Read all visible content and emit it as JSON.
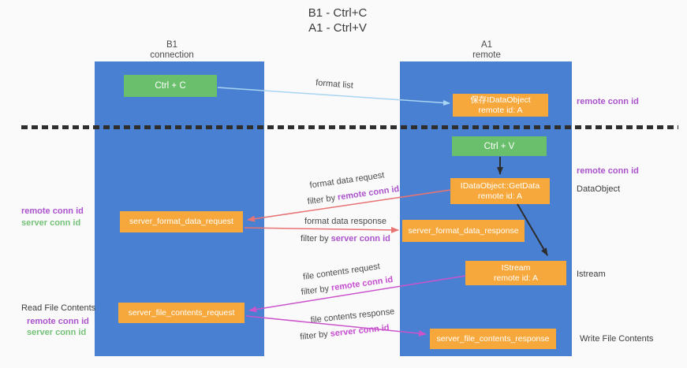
{
  "title": {
    "line1": "B1 - Ctrl+C",
    "line2": "A1 - Ctrl+V"
  },
  "lanes": {
    "left": {
      "name": "B1",
      "subtitle": "connection"
    },
    "right": {
      "name": "A1",
      "subtitle": "remote"
    }
  },
  "nodes": {
    "ctrl_c": {
      "label": "Ctrl + C"
    },
    "ctrl_v": {
      "label": "Ctrl + V"
    },
    "save_dataobject": {
      "line1": "保存IDataObject",
      "line2": "remote id: A"
    },
    "getdata": {
      "line1": "IDataObject::GetData",
      "line2": "remote id: A"
    },
    "istream": {
      "line1": "IStream",
      "line2": "remote id: A"
    },
    "format_request": {
      "label": "server_format_data_request"
    },
    "format_response": {
      "label": "server_format_data_response"
    },
    "file_request": {
      "label": "server_file_contents_request"
    },
    "file_response": {
      "label": "server_file_contents_response"
    }
  },
  "edges": {
    "format_list": {
      "label": "format list"
    },
    "format_data_request": {
      "label": "format data request",
      "filter_prefix": "filter by ",
      "filter_value": "remote conn id"
    },
    "format_data_response": {
      "label": "format data response",
      "filter_prefix": "filter by ",
      "filter_value": "server conn id"
    },
    "file_contents_request": {
      "label": "file contents request",
      "filter_prefix": "filter by ",
      "filter_value": "remote conn id"
    },
    "file_contents_response": {
      "label": "file contents response",
      "filter_prefix": "filter by ",
      "filter_value": "server conn id"
    }
  },
  "annotations": {
    "right": {
      "remote_conn_id_1": "remote conn id",
      "remote_conn_id_2": "remote conn id",
      "dataobject": "DataObject",
      "istream": "Istream",
      "write_file_contents": "Write File Contents"
    },
    "left": {
      "remote_conn_id_1": "remote conn id",
      "server_conn_id_1": "server conn id",
      "read_file_contents": "Read File Contents",
      "remote_conn_id_2": "remote conn id",
      "server_conn_id_2": "server conn id"
    }
  },
  "colors": {
    "background": "#fafafa",
    "lane_blue": "#4a80d2",
    "box_orange": "#f7a83c",
    "box_green": "#6abf6c",
    "purple_label": "#ab53cd",
    "magenta_label": "#c64fd0",
    "green_label": "#74c178",
    "arrow_lightblue": "#a9d4f2",
    "arrow_salmon": "#e87373",
    "arrow_magenta": "#cb54ca",
    "arrow_black": "#2d2d2d"
  }
}
